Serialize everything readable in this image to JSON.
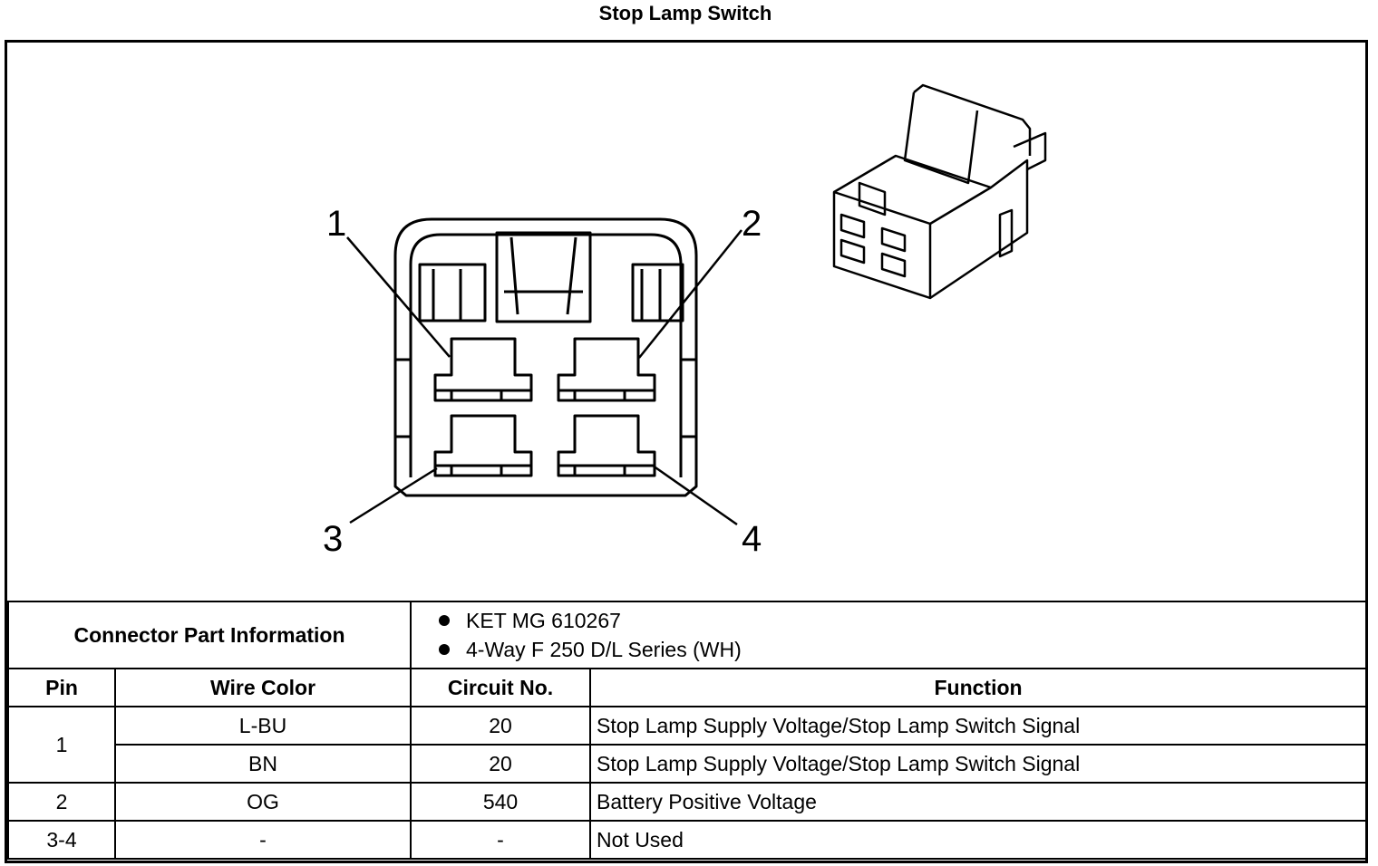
{
  "title": "Stop Lamp Switch",
  "diagram": {
    "pin_labels": [
      "1",
      "2",
      "3",
      "4"
    ]
  },
  "connector_part_information": {
    "label": "Connector Part Information",
    "items": [
      "KET MG 610267",
      "4-Way F 250 D/L Series (WH)"
    ]
  },
  "table": {
    "headers": [
      "Pin",
      "Wire Color",
      "Circuit No.",
      "Function"
    ],
    "rows": [
      {
        "pin": "1",
        "wire_color": "L-BU",
        "circuit": "20",
        "function": "Stop Lamp Supply Voltage/Stop Lamp Switch Signal"
      },
      {
        "pin": "",
        "wire_color": "BN",
        "circuit": "20",
        "function": "Stop Lamp Supply Voltage/Stop Lamp Switch Signal"
      },
      {
        "pin": "2",
        "wire_color": "OG",
        "circuit": "540",
        "function": "Battery Positive Voltage"
      },
      {
        "pin": "3-4",
        "wire_color": "-",
        "circuit": "-",
        "function": "Not Used"
      }
    ]
  }
}
